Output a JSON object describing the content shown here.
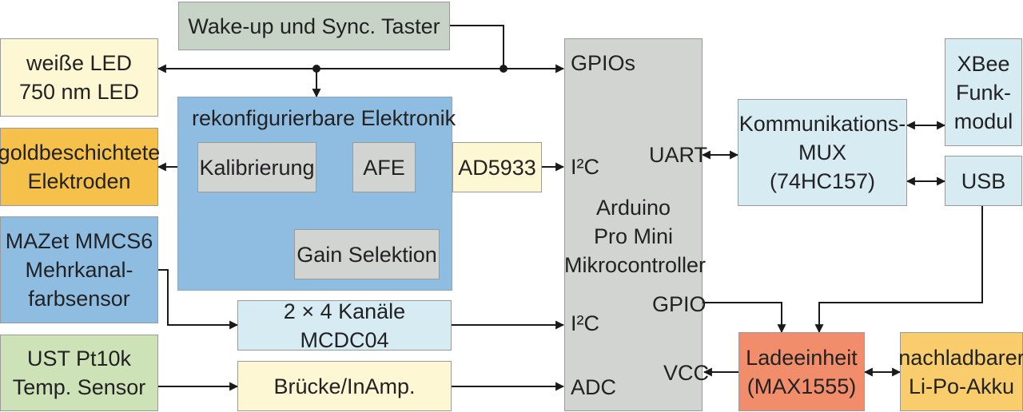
{
  "blocks": {
    "wakeup": "Wake-up und Sync. Taster",
    "led": "weiße LED\n750 nm LED",
    "electrodes": "goldbeschichtete\nElektroden",
    "colorsensor": "MAZet MMCS6\nMehrkanal-\nfarbsensor",
    "tempsensor": "UST Pt10k\nTemp. Sensor",
    "reconfig_title": "rekonfigurierbare Elektronik",
    "calibration": "Kalibrierung",
    "afe": "AFE",
    "gain": "Gain Selektion",
    "ad5933": "AD5933",
    "mcdc": "2 × 4 Kanäle MCDC04",
    "bridge": "Brücke/InAmp.",
    "mcu": "Arduino\nPro Mini\nMikrocontroller",
    "mux": "Kommunikations-\nMUX\n(74HC157)",
    "xbee": "XBee\nFunk-\nmodul",
    "usb": "USB",
    "charger": "Ladeeinheit\n(MAX1555)",
    "battery": "nachladbarer\nLi-Po-Akku"
  },
  "pins": {
    "gpios": "GPIOs",
    "i2c_top": "I²C",
    "uart": "UART",
    "gpio": "GPIO",
    "i2c_bottom": "I²C",
    "vcc": "VCC",
    "adc": "ADC"
  }
}
